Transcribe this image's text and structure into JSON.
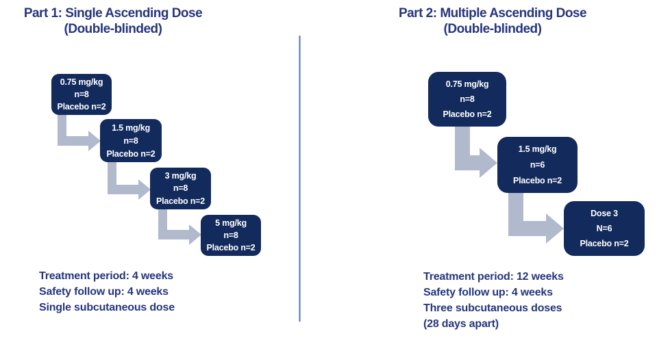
{
  "part1": {
    "title_line1": "Part 1: Single Ascending Dose",
    "title_line2": "(Double-blinded)",
    "boxes": [
      {
        "line1": "0.75 mg/kg",
        "line2": "n=8",
        "line3": "Placebo n=2"
      },
      {
        "line1": "1.5 mg/kg",
        "line2": "n=8",
        "line3": "Placebo n=2"
      },
      {
        "line1": "3 mg/kg",
        "line2": "n=8",
        "line3": "Placebo n=2"
      },
      {
        "line1": "5 mg/kg",
        "line2": "n=8",
        "line3": "Placebo n=2"
      }
    ],
    "notes": [
      "Treatment period: 4 weeks",
      "Safety follow up: 4 weeks",
      "Single subcutaneous dose"
    ]
  },
  "part2": {
    "title_line1": "Part 2: Multiple Ascending Dose",
    "title_line2": "(Double-blinded)",
    "boxes": [
      {
        "line1": "0.75 mg/kg",
        "line2": "n=8",
        "line3": "Placebo n=2"
      },
      {
        "line1": "1.5 mg/kg",
        "line2": "n=6",
        "line3": "Placebo n=2"
      },
      {
        "line1": "Dose 3",
        "line2": "N=6",
        "line3": "Placebo n=2"
      }
    ],
    "notes": [
      "Treatment period: 12 weeks",
      "Safety follow up: 4 weeks",
      "Three subcutaneous doses",
      "(28 days apart)"
    ]
  },
  "colors": {
    "background": "#ffffff",
    "box_fill": "#122A5C",
    "box_text": "#ffffff",
    "arrow": "#B0BACC",
    "divider": "#4E74AE",
    "title_text": "#26357D"
  }
}
